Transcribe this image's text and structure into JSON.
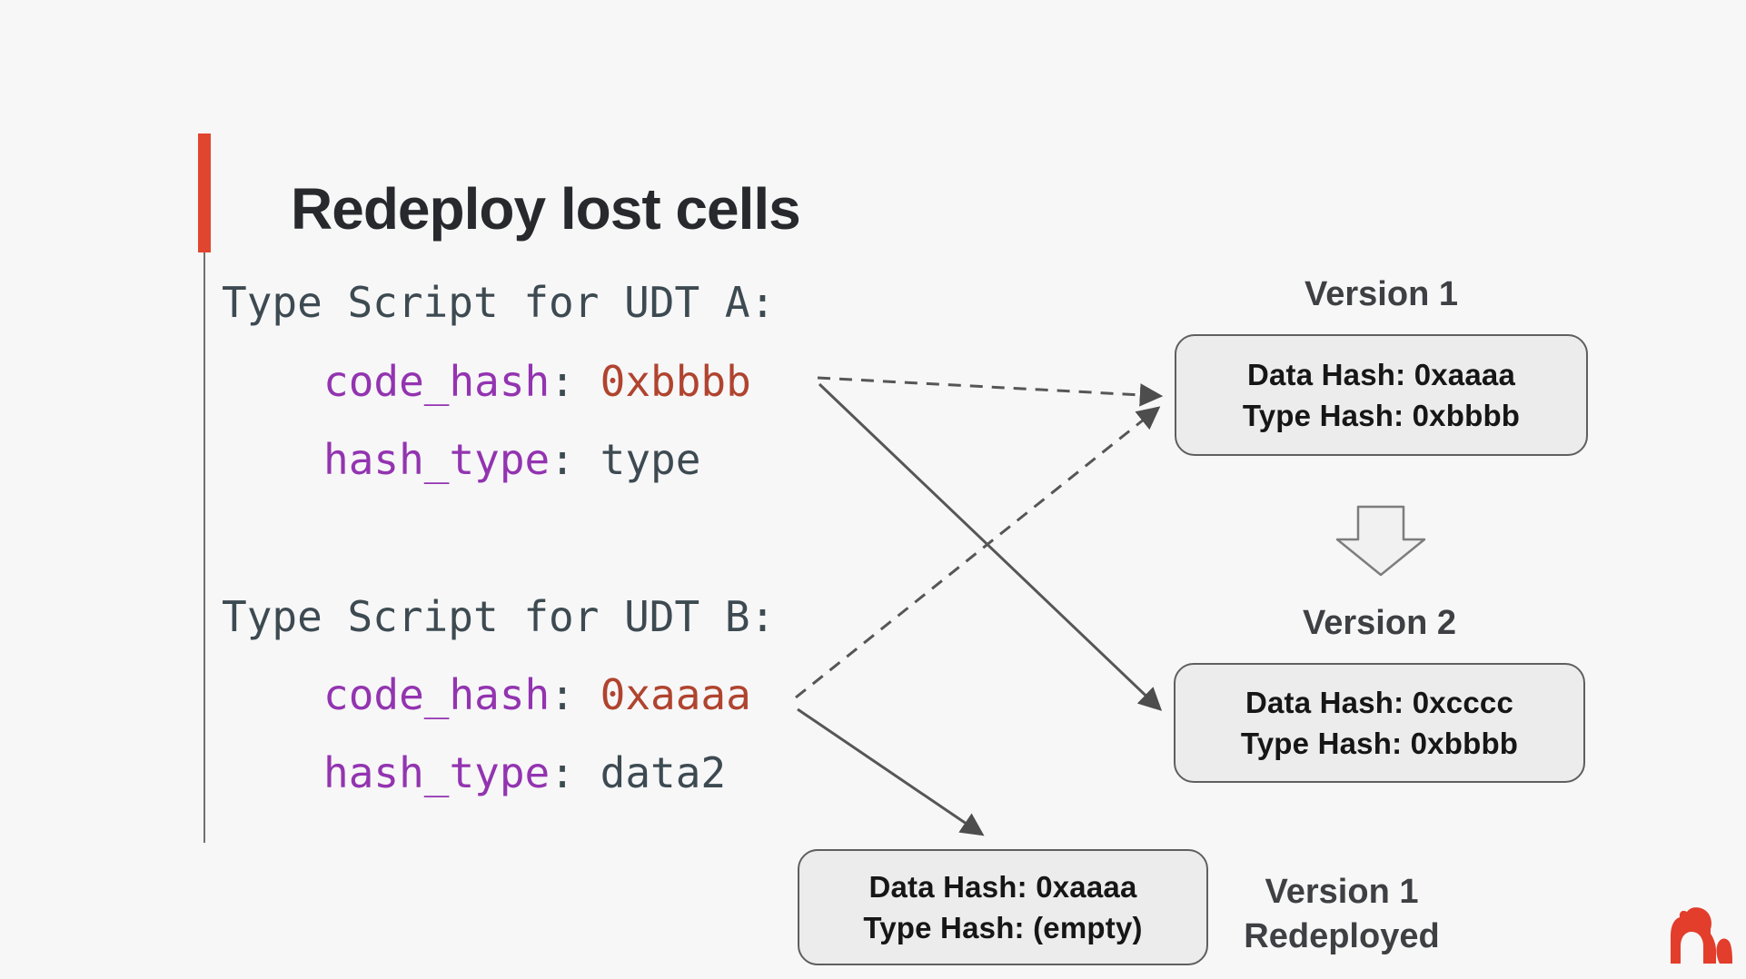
{
  "page": {
    "background": "#f7f7f8"
  },
  "title": {
    "text": "Redeploy lost cells"
  },
  "colors": {
    "accent_red": "#e0462f",
    "title_text": "#27292c",
    "code_default": "#3d4a51",
    "code_key_purple": "#9334b0",
    "code_value_red": "#b0442f",
    "box_fill": "#ececec",
    "box_border": "#5f5f5f",
    "box_text": "#161616",
    "label_gray": "#3e4043",
    "arrow_gray": "#565656",
    "logo_red": "#e23e2b"
  },
  "code": {
    "block_a": {
      "header": "Type Script for UDT A:",
      "code_hash": {
        "key": "code_hash",
        "sep": ": ",
        "value": "0xbbbb"
      },
      "hash_type": {
        "key": "hash_type",
        "sep": ": ",
        "value": "type"
      }
    },
    "block_b": {
      "header": "Type Script for UDT B:",
      "code_hash": {
        "key": "code_hash",
        "sep": ": ",
        "value": "0xaaaa"
      },
      "hash_type": {
        "key": "hash_type",
        "sep": ": ",
        "value": "data2"
      }
    }
  },
  "diagram": {
    "version1": {
      "label": "Version 1",
      "data_hash": "Data Hash: 0xaaaa",
      "type_hash": "Type Hash: 0xbbbb"
    },
    "version2": {
      "label": "Version 2",
      "data_hash": "Data Hash: 0xcccc",
      "type_hash": "Type Hash: 0xbbbb"
    },
    "redeployed": {
      "label_line1": "Version 1",
      "label_line2": "Redeployed",
      "data_hash": "Data Hash: 0xaaaa",
      "type_hash": "Type Hash: (empty)"
    }
  },
  "icons": {
    "down_arrow": "block-down-arrow-icon",
    "logo": "gorilla-logo-icon"
  }
}
